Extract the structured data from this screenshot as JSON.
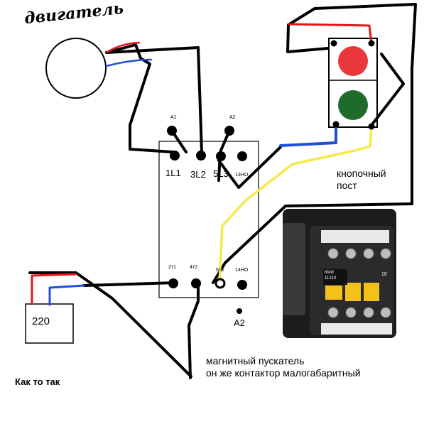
{
  "labels": {
    "motor": "двигатель",
    "supply": "220",
    "terminal_a1": "A1",
    "terminal_a2_top": "A2",
    "terminal_1l1": "1L1",
    "terminal_3l2": "3L2",
    "terminal_5l3": "5L3",
    "terminal_13no": "13НО",
    "terminal_2t1": "2т1",
    "terminal_4t2": "4т2",
    "terminal_6t3": "6т3",
    "terminal_14no": "14НО",
    "terminal_a2_bottom": "A2",
    "button_post": "кнопочный\nпост",
    "starter": "магнитный пускатель\nон же контактор малогабаритный",
    "footnote": "Как то так",
    "photo_model": "КМИ\n11210",
    "photo_rating": "10"
  },
  "colors": {
    "wire_black": "#000000",
    "wire_red": "#e8141b",
    "wire_blue": "#1f4fd6",
    "wire_yellow": "#f5e84a",
    "stop_button": "#e8373d",
    "start_button": "#1f6b2a",
    "contactor_body": "#1c1c1c",
    "contactor_window": "#f2c21a"
  }
}
